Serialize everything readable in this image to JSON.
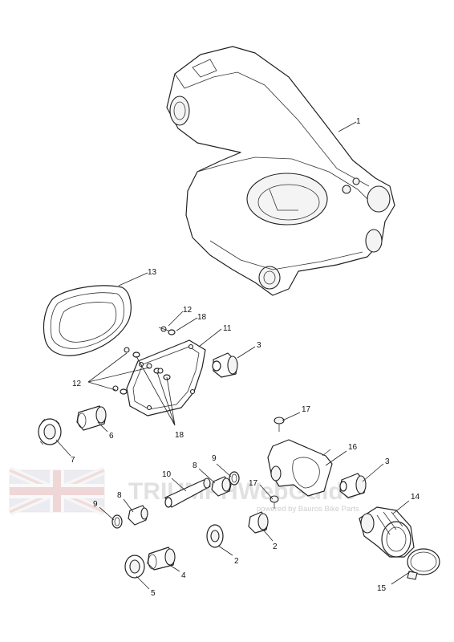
{
  "watermark": {
    "brand_text": "TRIUMPHWebGuide",
    "tagline": "powered by Bauros Bike Parts"
  },
  "callouts": [
    {
      "id": "c1",
      "label": "1"
    },
    {
      "id": "c13",
      "label": "13"
    },
    {
      "id": "c12a",
      "label": "12"
    },
    {
      "id": "c18a",
      "label": "18"
    },
    {
      "id": "c11",
      "label": "11"
    },
    {
      "id": "c3a",
      "label": "3"
    },
    {
      "id": "c12b",
      "label": "12"
    },
    {
      "id": "c18b",
      "label": "18"
    },
    {
      "id": "c6",
      "label": "6"
    },
    {
      "id": "c7",
      "label": "7"
    },
    {
      "id": "c17a",
      "label": "17"
    },
    {
      "id": "c16",
      "label": "16"
    },
    {
      "id": "c3b",
      "label": "3"
    },
    {
      "id": "c10",
      "label": "10"
    },
    {
      "id": "c8a",
      "label": "8"
    },
    {
      "id": "c9a",
      "label": "9"
    },
    {
      "id": "c17b",
      "label": "17"
    },
    {
      "id": "c14",
      "label": "14"
    },
    {
      "id": "c8b",
      "label": "8"
    },
    {
      "id": "c9b",
      "label": "9"
    },
    {
      "id": "c2a",
      "label": "2"
    },
    {
      "id": "c2b",
      "label": "2"
    },
    {
      "id": "c4",
      "label": "4"
    },
    {
      "id": "c5",
      "label": "5"
    },
    {
      "id": "c15",
      "label": "15"
    }
  ]
}
